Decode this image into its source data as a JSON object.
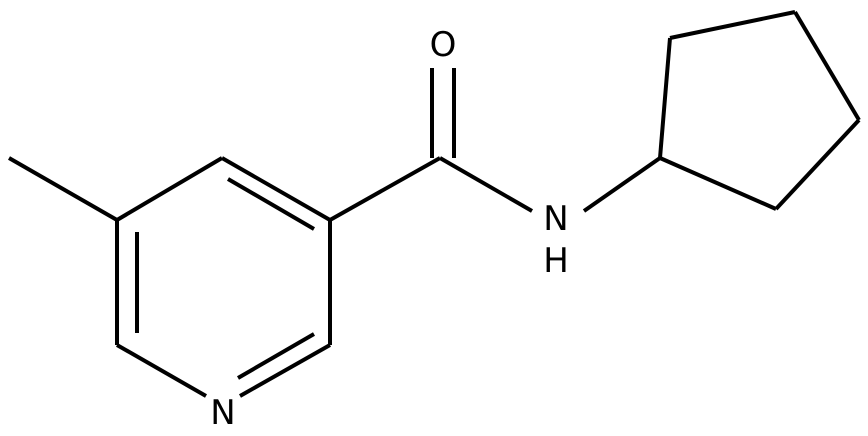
{
  "molecule": {
    "atoms": {
      "oxygen": "O",
      "amide_n": "N",
      "amide_h": "H",
      "ring_n": "N"
    },
    "colors": {
      "bond": "#000000",
      "label": "#000000",
      "background": "#ffffff"
    }
  }
}
